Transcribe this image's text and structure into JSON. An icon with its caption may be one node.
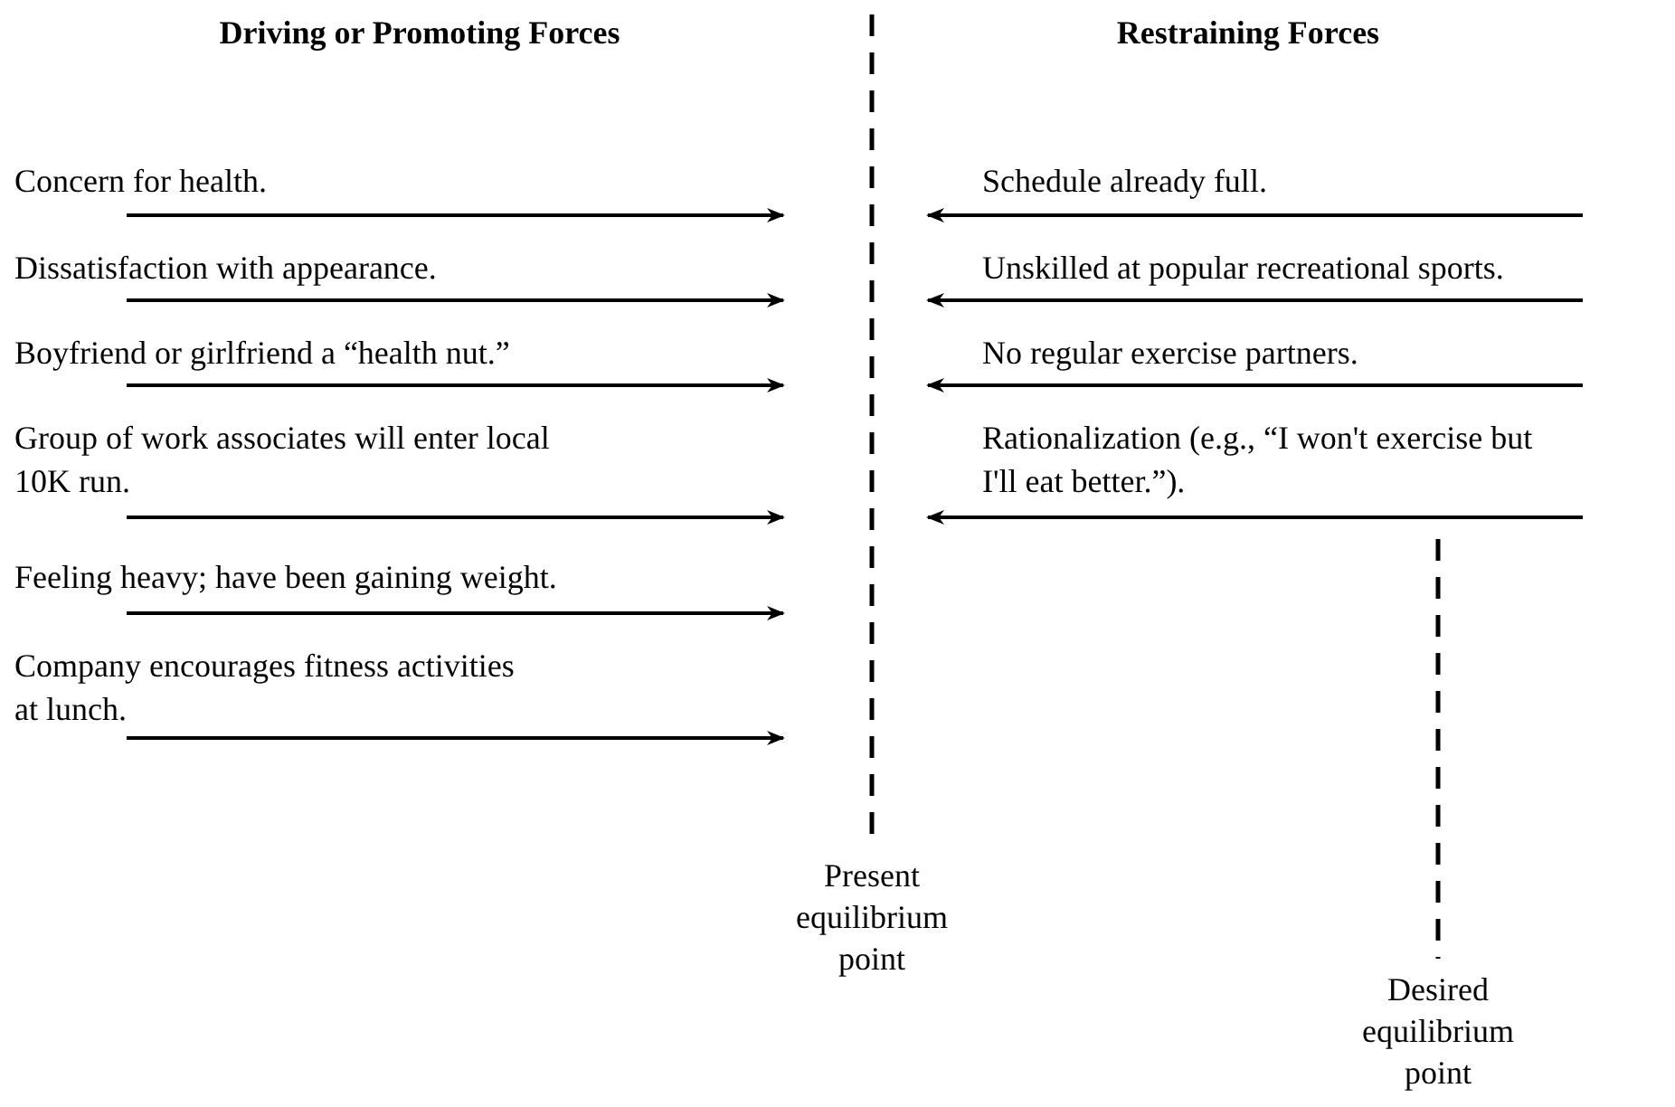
{
  "diagram": {
    "nodes": [
      {
        "text": [
          "Present equilibrium point"
        ]
      },
      {
        "text": [
          "Desired equilibrium point"
        ]
      }
    ],
    "labels": [
      "Driving or Promoting Forces",
      "Restraining Forces",
      "Concern for health.",
      "Schedule already full.",
      "Dissatisfaction with appearance.",
      "Unskilled at popular recreational sports.",
      "Boyfriend or girlfriend a “health nut.”",
      "No regular exercise partners.",
      "Group of work associates will enter local 10K run.",
      "Rationalization (e.g., “I won't exercise but I'll eat better.”).",
      "Feeling heavy; have been gaining weight.",
      "Company encourages fitness activities at lunch."
    ]
  }
}
